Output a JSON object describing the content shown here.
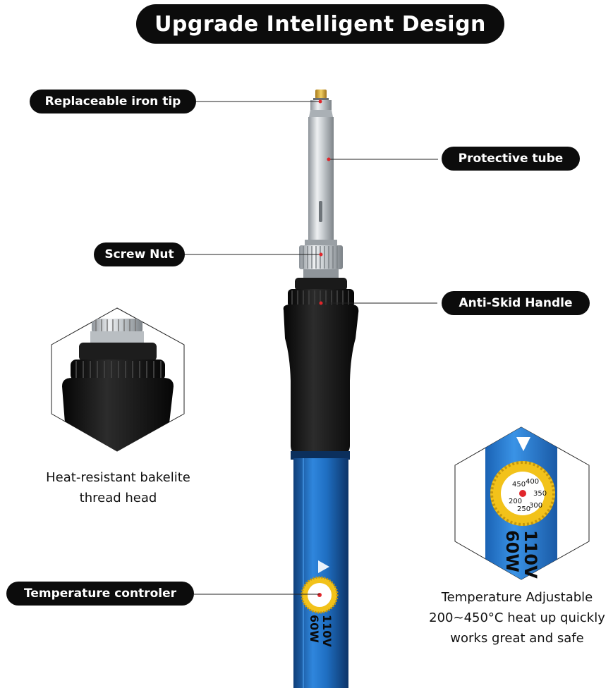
{
  "title": "Upgrade Intelligent Design",
  "labels": {
    "tip": "Replaceable iron tip",
    "tube": "Protective tube",
    "nut": "Screw Nut",
    "handle": "Anti-Skid Handle",
    "controller": "Temperature controler"
  },
  "captions": {
    "left": [
      "Heat-resistant bakelite",
      "thread head"
    ],
    "right": [
      "Temperature Adjustable",
      "200~450°C heat up quickly",
      "works great and safe"
    ]
  },
  "dial": {
    "voltage": "110V",
    "power": "60W",
    "ticks": [
      "200",
      "250",
      "300",
      "350",
      "400",
      "450"
    ]
  },
  "colors": {
    "pill_bg": "#0c0c0c",
    "handle_blue": "#1f6fc2",
    "grip_black": "#1b1b1b",
    "dial_yellow": "#f2c21a",
    "marker_red": "#e0262b",
    "tube_silver": "#c9cdd1"
  }
}
